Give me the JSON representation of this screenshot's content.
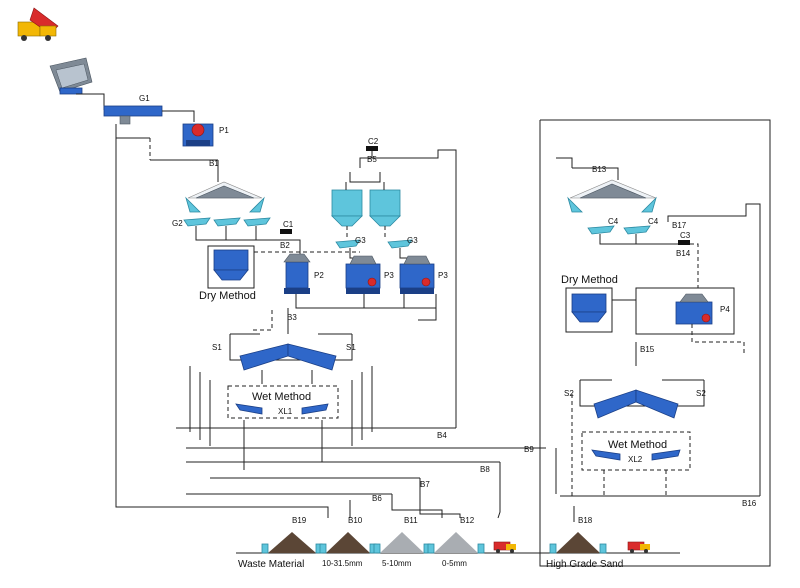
{
  "labels": {
    "g1": "G1",
    "p1": "P1",
    "b1": "B1",
    "c2": "C2",
    "b5": "B5",
    "g2": "G2",
    "c1": "C1",
    "b2": "B2",
    "g3a": "G3",
    "g3b": "G3",
    "p2": "P2",
    "p3": "P3",
    "p3b": "P3",
    "b3": "B3",
    "s1a": "S1",
    "s1b": "S1",
    "xl1": "XL1",
    "b4": "B4",
    "b8": "B8",
    "b7": "B7",
    "b6": "B6",
    "b13": "B13",
    "c4a": "C4",
    "c4b": "C4",
    "b17": "B17",
    "c3": "C3",
    "b14": "B14",
    "p4": "P4",
    "b15": "B15",
    "s2a": "S2",
    "s2b": "S2",
    "xl2": "XL2",
    "b9": "B9",
    "b16": "B16",
    "b19": "B19",
    "b10": "B10",
    "b11": "B11",
    "b12": "B12",
    "b18": "B18"
  },
  "methods": {
    "dry_left": "Dry Method",
    "wet_left": "Wet Method",
    "dry_right": "Dry Method",
    "wet_right": "Wet Method"
  },
  "outputs": {
    "waste": "Waste Material",
    "size_a": "10-31.5mm",
    "size_b": "5-10mm",
    "size_c": "0-5mm",
    "high_grade": "High Grade Sand"
  },
  "colors": {
    "equipment_blue": "#2f67c9",
    "duct_light_blue": "#5ec5dc",
    "truck_red": "#d92b2b",
    "truck_yellow": "#f2b705"
  }
}
